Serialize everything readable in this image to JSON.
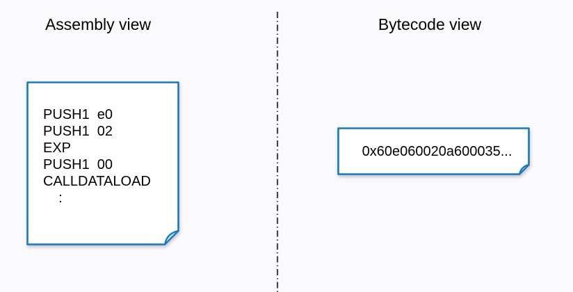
{
  "panels": {
    "assembly": {
      "title": "Assembly view"
    },
    "bytecode": {
      "title": "Bytecode view"
    }
  },
  "assembly_note": {
    "lines": [
      "PUSH1  e0",
      "PUSH1  02",
      "EXP",
      "PUSH1  00",
      "CALLDATALOAD",
      "    :"
    ]
  },
  "bytecode_note": {
    "text": "0x60e060020a600035..."
  },
  "colors": {
    "note_border": "#1879c0",
    "note_fill": "#ffffff",
    "fold_fill": "#cfe2f4",
    "divider": "#474747",
    "background": "#fafafd",
    "text": "#000000"
  }
}
